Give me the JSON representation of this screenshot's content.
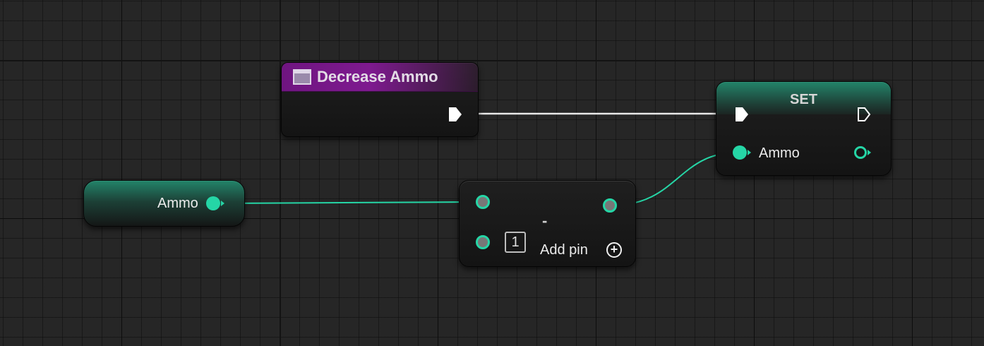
{
  "graph": {
    "event_node": {
      "title": "Decrease Ammo",
      "header_color": "#7e1a8f"
    },
    "set_node": {
      "title": "SET",
      "input_label": "Ammo"
    },
    "get_node": {
      "label": "Ammo"
    },
    "subtract_node": {
      "operator": "-",
      "literal_value": "1",
      "add_pin_label": "Add pin"
    },
    "colors": {
      "integer_pin": "#25d6a6",
      "exec_wire": "#ffffff",
      "background": "#262626"
    }
  }
}
